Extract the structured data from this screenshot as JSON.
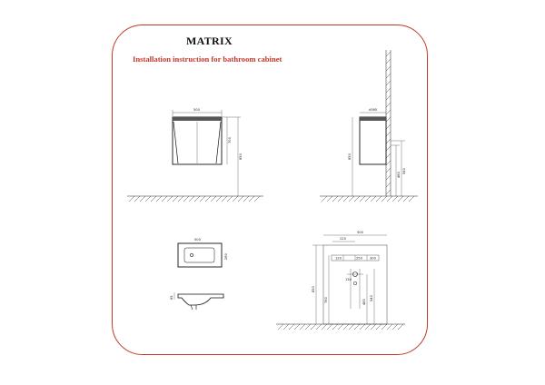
{
  "document": {
    "title": "MATRIX",
    "subtitle": "Installation instruction for bathroom cabinet"
  },
  "front_view": {
    "width_label": "500",
    "height_label": "700",
    "mount_label": "850"
  },
  "side_view": {
    "depth_label": "d365",
    "mount_label": "850",
    "dim_a": "480",
    "dim_b": "540"
  },
  "basin_top": {
    "label_left": "500",
    "label_right": "280"
  },
  "basin_profile": {
    "label": "65"
  },
  "plumbing_view": {
    "total_width": "500",
    "dim_220": "220",
    "dim_120": "120",
    "dim_250": "250",
    "dim_300": "300",
    "dim_130": "130",
    "dim_850": "850",
    "dim_760": "760",
    "dim_480": "480",
    "dim_540": "540"
  },
  "colors": {
    "frame": "#c0392b",
    "subtitle": "#c0392b",
    "lines": "#222222"
  }
}
